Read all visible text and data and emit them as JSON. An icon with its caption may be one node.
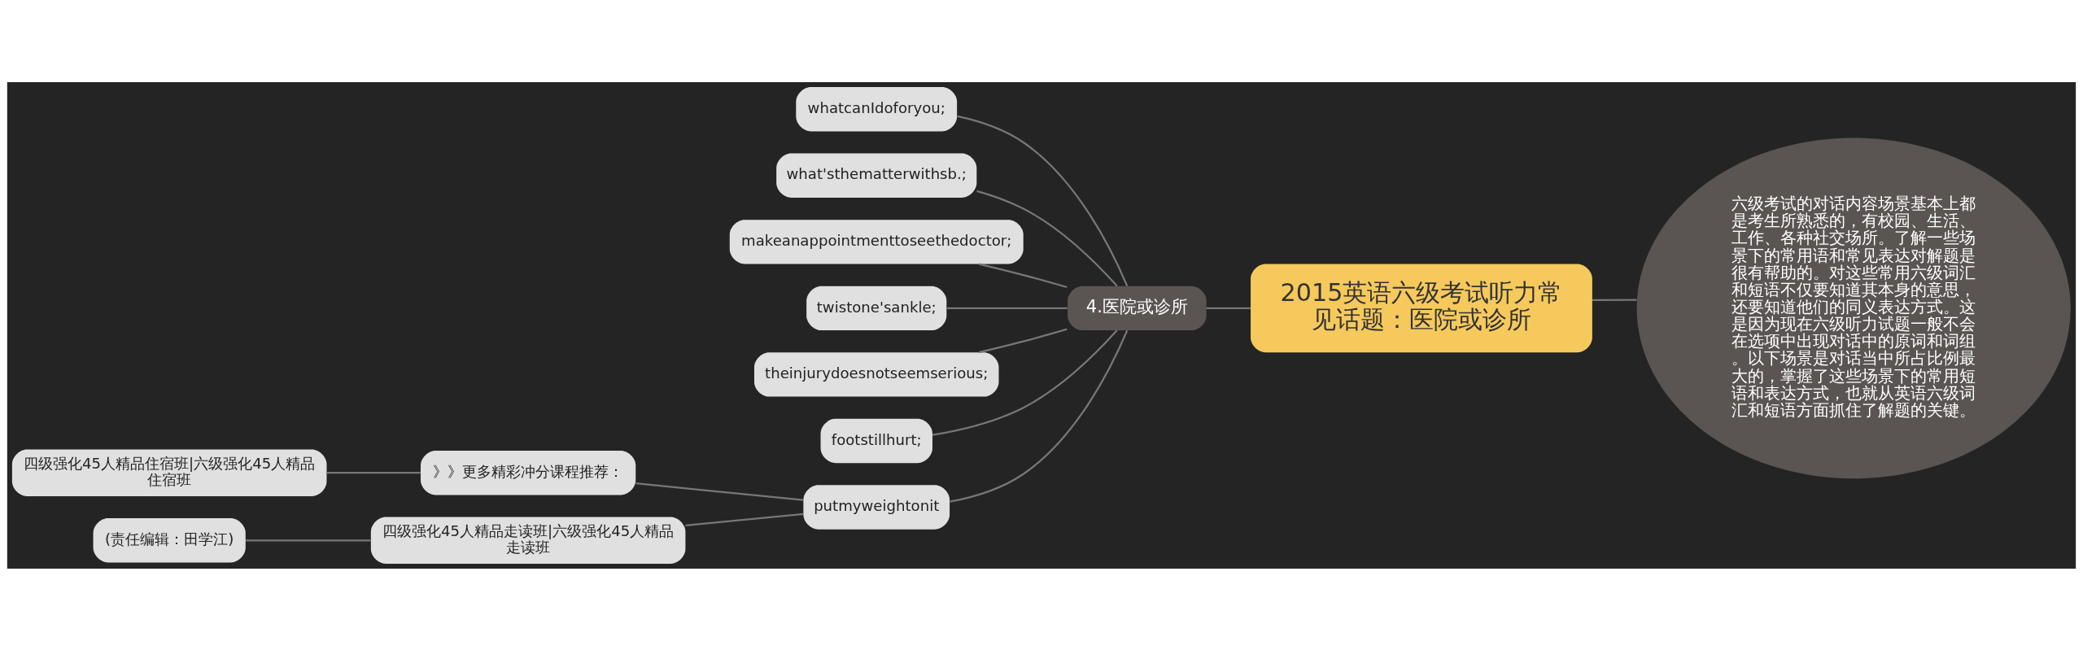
{
  "diagram": {
    "nodes": [
      {
        "text": [
          "2015英语六级考试听力常见话题：医院或诊所"
        ]
      },
      {
        "text": [
          "六级考试的对话内容场景基本上都是考生所熟悉的，有校园、生活、工作、各种社交场所。了解一些场景下的常用语和常见表达对解题是很有帮助的。对这些常用六级词汇和短语不仅要知道其本身的意思，还要知道他们的同义表达方式。这是因为现在六级听力试题一般不会在选项中出现对话中的原词和词组。以下场景是对话当中所占比例最大的，掌握了这些场景下的常用短语和表达方式，也就从英语六级词汇和短语方面抓住了解题的关键。"
        ]
      },
      {
        "text": [
          "4.医院或诊所"
        ]
      },
      {
        "text": [
          "whatcanIdoforyou;"
        ]
      },
      {
        "text": [
          "what'sthematterwithsb.;"
        ]
      },
      {
        "text": [
          "makeanappointmenttoseethedoctor;"
        ]
      },
      {
        "text": [
          "twistone'sankle;"
        ]
      },
      {
        "text": [
          "theinjurydoesnotseemserious;"
        ]
      },
      {
        "text": [
          "footstillhurt;"
        ]
      },
      {
        "text": [
          "putmyweightonit"
        ]
      },
      {
        "text": [
          "》》更多精彩冲分课程推荐："
        ]
      },
      {
        "text": [
          "四级强化45人精品住宿班|六级强化45人精品住宿班"
        ]
      },
      {
        "text": [
          "四级强化45人精品走读班|六级强化45人精品走读班"
        ]
      },
      {
        "text": [
          "(责任编辑：田学江)"
        ]
      }
    ],
    "edges": [
      {
        "from": 0,
        "to": 1,
        "arrow": "none"
      },
      {
        "from": 0,
        "to": 2,
        "arrow": "none"
      },
      {
        "from": 2,
        "to": 3,
        "arrow": "none"
      },
      {
        "from": 2,
        "to": 4,
        "arrow": "none"
      },
      {
        "from": 2,
        "to": 5,
        "arrow": "none"
      },
      {
        "from": 2,
        "to": 6,
        "arrow": "none"
      },
      {
        "from": 2,
        "to": 7,
        "arrow": "none"
      },
      {
        "from": 2,
        "to": 8,
        "arrow": "none"
      },
      {
        "from": 2,
        "to": 9,
        "arrow": "none"
      },
      {
        "from": 9,
        "to": 10,
        "arrow": "none"
      },
      {
        "from": 10,
        "to": 11,
        "arrow": "none"
      },
      {
        "from": 9,
        "to": 12,
        "arrow": "none"
      },
      {
        "from": 12,
        "to": 13,
        "arrow": "none"
      }
    ]
  }
}
